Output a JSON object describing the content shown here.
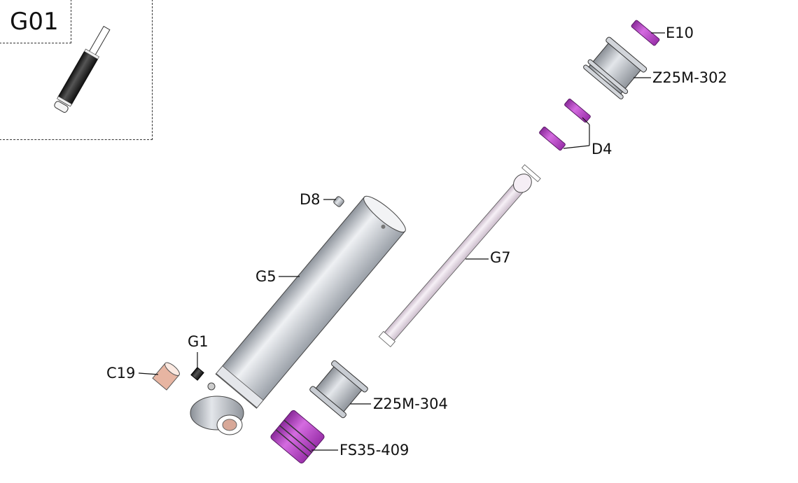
{
  "assembly": {
    "code": "G01"
  },
  "parts": [
    {
      "id": "E10",
      "color": "#c24fd0"
    },
    {
      "id": "Z25M-302",
      "color": "#c8ccd4"
    },
    {
      "id": "D4",
      "color": "#c24fd0"
    },
    {
      "id": "D8",
      "color": "#b8bcc4"
    },
    {
      "id": "G7",
      "color": "#ece2ec"
    },
    {
      "id": "G5",
      "color": "#cdd2da"
    },
    {
      "id": "G1",
      "color": "#222222"
    },
    {
      "id": "C19",
      "color": "#e8b8a8"
    },
    {
      "id": "Z25M-304",
      "color": "#bfc3c9"
    },
    {
      "id": "FS35-409",
      "color": "#b23dc4"
    }
  ]
}
